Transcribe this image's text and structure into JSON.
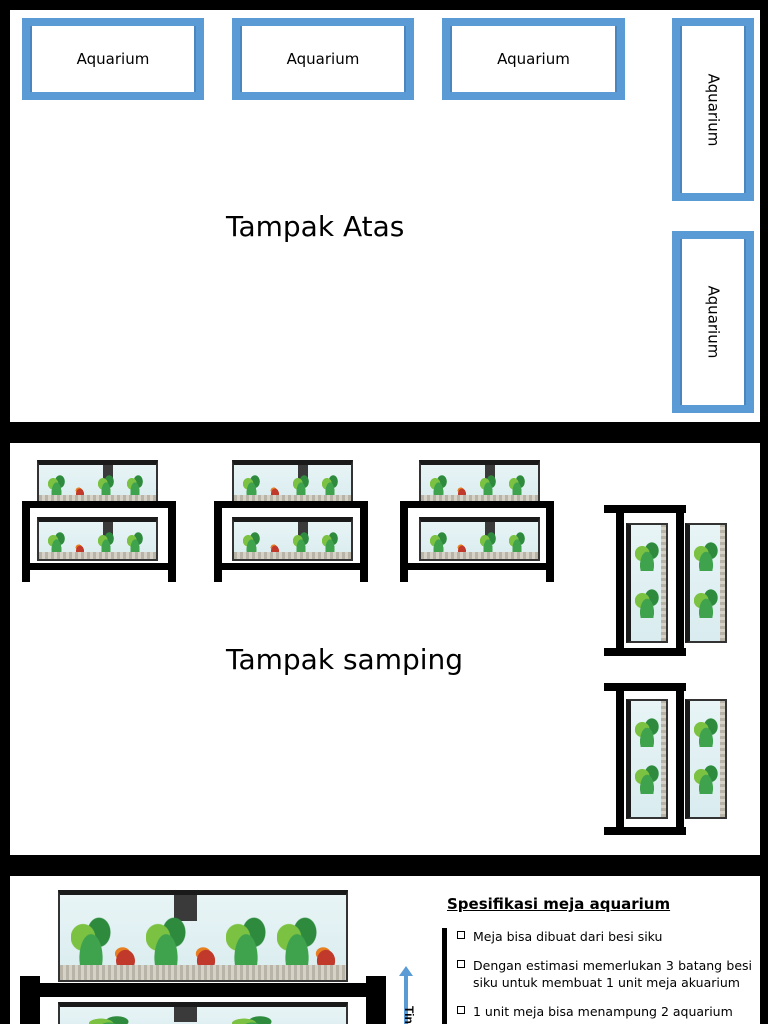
{
  "top_view": {
    "title": "Tampak Atas",
    "aquariums": [
      "Aquarium",
      "Aquarium",
      "Aquarium",
      "Aquarium",
      "Aquarium"
    ]
  },
  "side_view": {
    "title": "Tampak samping"
  },
  "detail": {
    "spec_title": "Spesifikasi  meja aquarium",
    "items": [
      "Meja bisa dibuat dari besi siku",
      "Dengan estimasi memerlukan 3 batang besi siku untuk membuat 1 unit meja akuarium",
      "1 unit meja bisa menampung 2 aquarium"
    ],
    "height_label": "Tin"
  },
  "colors": {
    "frame_blue": "#5b9bd5",
    "background": "#000000",
    "panel": "#ffffff"
  }
}
